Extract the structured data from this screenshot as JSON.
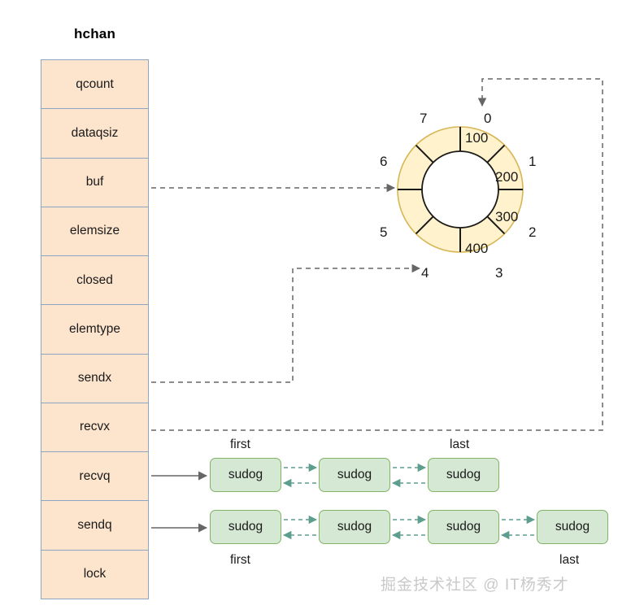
{
  "diagram": {
    "title": "hchan",
    "watermark": "掘金技术社区 @ IT杨秀才"
  },
  "hchan": {
    "title": "hchan",
    "fields": [
      {
        "name": "qcount"
      },
      {
        "name": "dataqsiz"
      },
      {
        "name": "buf"
      },
      {
        "name": "elemsize"
      },
      {
        "name": "closed"
      },
      {
        "name": "elemtype"
      },
      {
        "name": "sendx"
      },
      {
        "name": "recvx"
      },
      {
        "name": "recvq"
      },
      {
        "name": "sendq"
      },
      {
        "name": "lock"
      }
    ]
  },
  "ring_buffer": {
    "slot_count": 8,
    "indices": [
      "0",
      "1",
      "2",
      "3",
      "4",
      "5",
      "6",
      "7"
    ],
    "values": [
      "100",
      "200",
      "300",
      "400"
    ],
    "fill_color": "#fff2cc",
    "stroke_color": "#d6b656",
    "divider_color": "#1a1a1a"
  },
  "queues": [
    {
      "source_field": "recvq",
      "head_label": "first",
      "tail_label": "last",
      "label_position": "above",
      "nodes": [
        {
          "label": "sudog"
        },
        {
          "label": "sudog"
        },
        {
          "label": "sudog"
        }
      ]
    },
    {
      "source_field": "sendq",
      "head_label": "first",
      "tail_label": "last",
      "label_position": "below",
      "nodes": [
        {
          "label": "sudog"
        },
        {
          "label": "sudog"
        },
        {
          "label": "sudog"
        },
        {
          "label": "sudog"
        }
      ]
    }
  ],
  "connectors": [
    {
      "from": "buf",
      "to": "ring-left-edge",
      "style": "dashed"
    },
    {
      "from": "sendx",
      "to": "ring-slot-4",
      "style": "dashed"
    },
    {
      "from": "recvx",
      "to": "ring-slot-0",
      "style": "dashed"
    },
    {
      "from": "recvq",
      "to": "recvq-first",
      "style": "solid"
    },
    {
      "from": "sendq",
      "to": "sendq-first",
      "style": "solid"
    }
  ],
  "colors": {
    "struct_fill": "#fce4cd",
    "struct_stroke": "#8da5c4",
    "ring_fill": "#fff2cc",
    "ring_stroke": "#d6b656",
    "sudog_fill": "#d5e8d4",
    "sudog_stroke": "#82b366",
    "link_arrow": "#5d9e8f",
    "connector_gray": "#666666"
  }
}
